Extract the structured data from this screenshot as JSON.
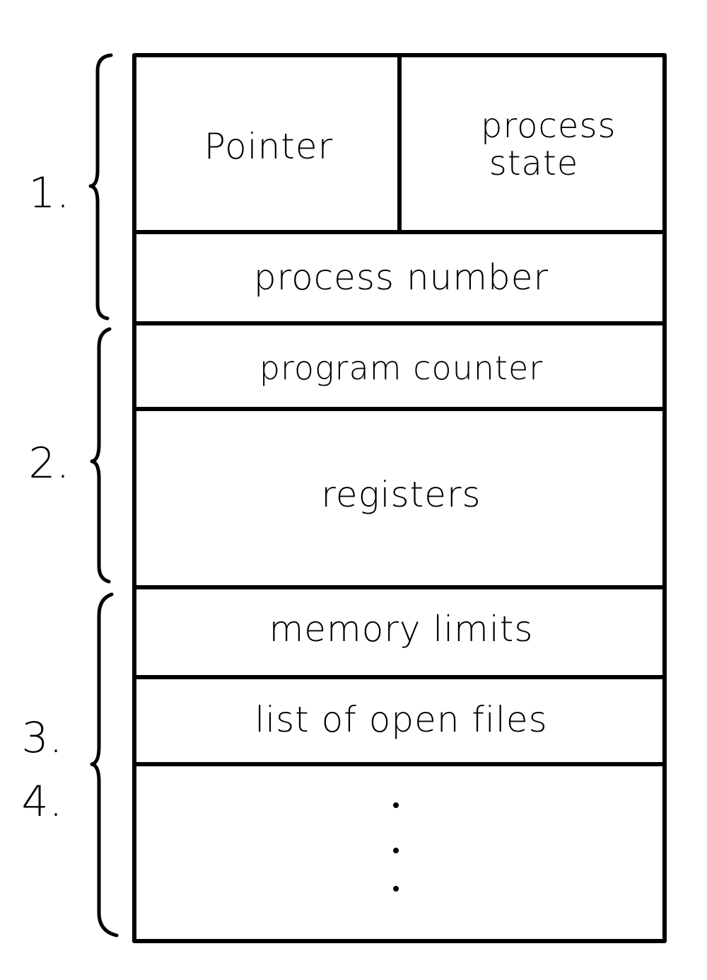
{
  "pcb": {
    "cells": {
      "pointer": "Pointer",
      "process_state": "process state",
      "process_number": "process number",
      "program_counter": "program counter",
      "registers": "registers",
      "memory_limits": "memory limits",
      "open_files": "list of open files"
    },
    "ellipsis": "..."
  },
  "groups": [
    {
      "label": "1."
    },
    {
      "label": "2."
    },
    {
      "label": "3."
    },
    {
      "label": "4."
    }
  ]
}
